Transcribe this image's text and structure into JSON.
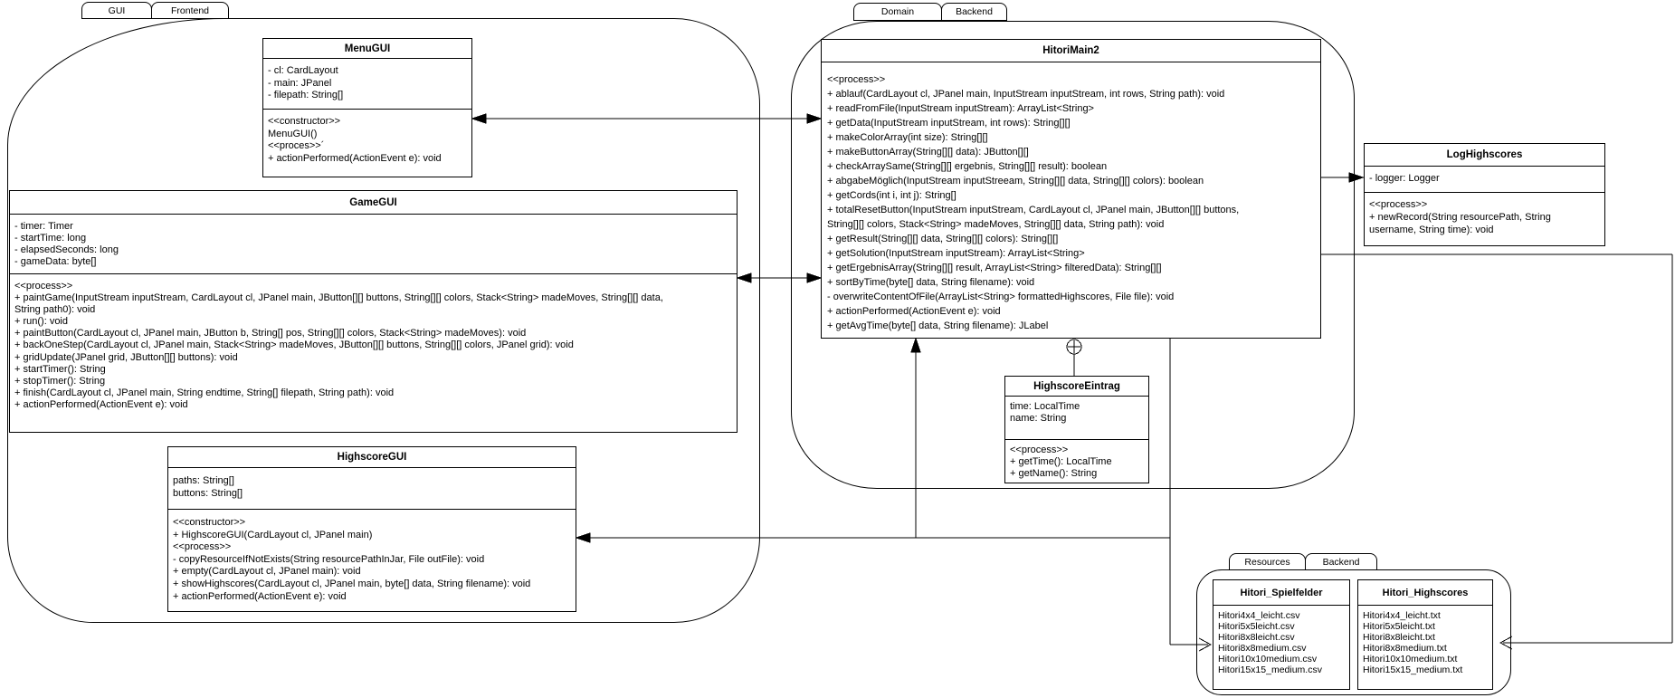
{
  "packages": {
    "gui": {
      "tabs": [
        "GUI",
        "Frontend"
      ]
    },
    "domain": {
      "tabs": [
        "Domain",
        "Backend"
      ]
    },
    "resources": {
      "tabs": [
        "Resources",
        "Backend"
      ]
    }
  },
  "classes": {
    "menu_gui": {
      "title": "MenuGUI",
      "attributes": [
        "- cl: CardLayout",
        "- main: JPanel",
        "- filepath: String[]"
      ],
      "methods": [
        "<<constructor>>",
        "MenuGUI()",
        "<<proces>>´",
        "+ actionPerformed(ActionEvent e): void"
      ]
    },
    "game_gui": {
      "title": "GameGUI",
      "attributes": [
        "- timer: Timer",
        "- startTime: long",
        "- elapsedSeconds: long",
        "- gameData: byte[]"
      ],
      "methods": [
        "<<process>>",
        "+ paintGame(InputStream inputStream, CardLayout cl, JPanel main, JButton[][] buttons, String[][] colors, Stack<String> madeMoves, String[][] data,",
        "String path0): void",
        "+ run(): void",
        "+ paintButton(CardLayout cl, JPanel main, JButton b, String[] pos, String[][] colors, Stack<String> madeMoves): void",
        "+ backOneStep(CardLayout cl, JPanel main, Stack<String> madeMoves, JButton[][] buttons, String[][] colors, JPanel grid): void",
        "+ gridUpdate(JPanel grid, JButton[][] buttons): void",
        "+ startTimer(): String",
        "+ stopTimer(): String",
        "+ finish(CardLayout cl, JPanel main, String endtime, String[] filepath, String path): void",
        "+ actionPerformed(ActionEvent e): void"
      ]
    },
    "highscore_gui": {
      "title": "HighscoreGUI",
      "attributes": [
        "paths: String[]",
        "buttons: String[]"
      ],
      "methods": [
        "<<constructor>>",
        "+ HighscoreGUI(CardLayout cl, JPanel main)",
        "<<process>>",
        "- copyResourceIfNotExists(String resourcePathInJar, File outFile): void",
        "+ empty(CardLayout cl, JPanel main): void",
        "+ showHighscores(CardLayout cl, JPanel main, byte[] data, String filename): void",
        "+ actionPerformed(ActionEvent e): void"
      ]
    },
    "hitori_main2": {
      "title": "HitoriMain2",
      "methods": [
        "<<process>>",
        "+ ablauf(CardLayout cl, JPanel main, InputStream inputStream, int rows, String path): void",
        "+ readFromFile(InputStream inputStream): ArrayList<String>",
        "+ getData(InputStream inputStream, int rows): String[][]",
        "+ makeColorArray(int size): String[][]",
        "+ makeButtonArray(String[][] data): JButton[][]",
        "+ checkArraySame(String[][] ergebnis, String[][] result): boolean",
        "+ abgabeMöglich(InputStream inputStreeam, String[][] data, String[][] colors): boolean",
        "+ getCords(int i, int j): String[]",
        "+ totalResetButton(InputStream inputStream, CardLayout cl, JPanel main, JButton[][] buttons,",
        "String[][] colors, Stack<String> madeMoves, String[][] data, String path): void",
        "+ getResult(String[][] data, String[][] colors): String[][]",
        "+ getSolution(InputStream inputStream): ArrayList<String>",
        "+ getErgebnisArray(String[][] result, ArrayList<String> filteredData): String[][]",
        "+ sortByTime(byte[] data, String filename): void",
        "- overwriteContentOfFile(ArrayList<String> formattedHighscores, File file): void",
        "+ actionPerformed(ActionEvent e): void",
        "+ getAvgTime(byte[] data, String filename): JLabel"
      ]
    },
    "log_highscores": {
      "title": "LogHighscores",
      "attributes": [
        "- logger: Logger"
      ],
      "methods": [
        "<<process>>",
        "+ newRecord(String resourcePath, String",
        "username, String time): void"
      ]
    },
    "highscore_eintrag": {
      "title": "HighscoreEintrag",
      "attributes": [
        "time: LocalTime",
        "name: String"
      ],
      "methods": [
        "<<process>>",
        "+ getTime(): LocalTime",
        "+ getName(): String"
      ]
    },
    "hitori_spielfelder": {
      "title": "Hitori_Spielfelder",
      "files": [
        "Hitori4x4_leicht.csv",
        "Hitori5x5leicht.csv",
        "Hitori8x8leicht.csv",
        "Hitori8x8medium.csv",
        "Hitori10x10medium.csv",
        "Hitori15x15_medium.csv"
      ]
    },
    "hitori_highscores": {
      "title": "Hitori_Highscores",
      "files": [
        "Hitori4x4_leicht.txt",
        "Hitori5x5leicht.txt",
        "Hitori8x8leicht.txt",
        "Hitori8x8medium.txt",
        "Hitori10x10medium.txt",
        "Hitori15x15_medium.txt"
      ]
    }
  },
  "colors": {
    "stroke": "#000000",
    "fill": "#ffffff",
    "text": "#000000"
  }
}
